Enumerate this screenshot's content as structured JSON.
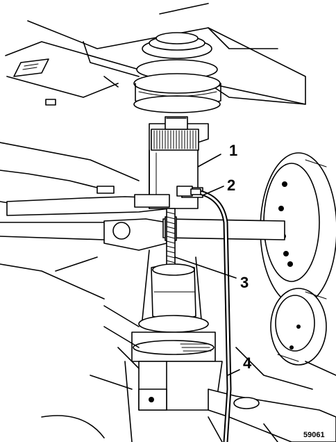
{
  "callouts": [
    {
      "label": "1"
    },
    {
      "label": "2"
    },
    {
      "label": "3"
    },
    {
      "label": "4"
    }
  ],
  "figure_id": "59061"
}
